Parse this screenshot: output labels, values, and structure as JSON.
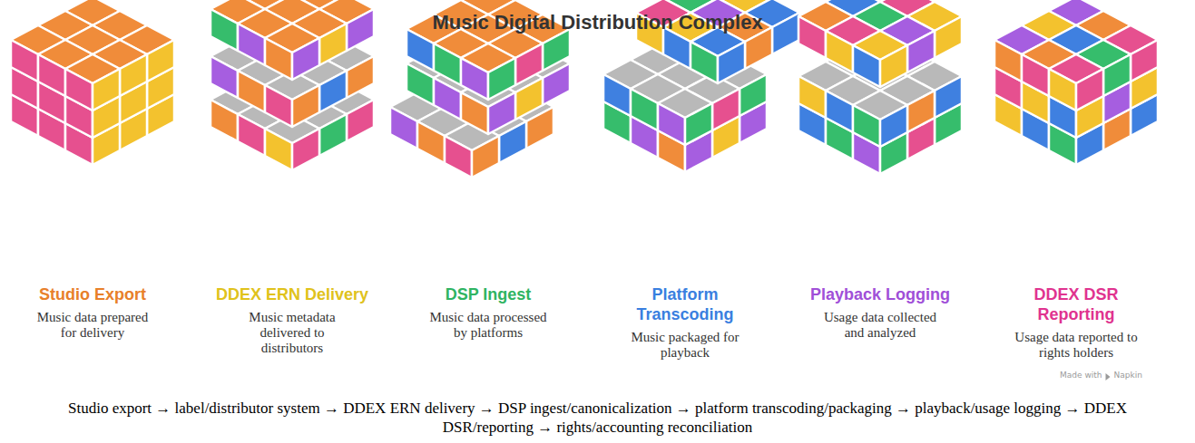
{
  "diagram": {
    "title": "Music Digital Distribution Complex",
    "caption": "Studio export → label/distributor system → DDEX ERN delivery → DSP ingest/canonicalization → platform transcoding/packaging → playback/usage logging → DDEX DSR/reporting → rights/accounting reconciliation",
    "nodes": [
      {
        "text": [
          "Studio Export",
          "Music data prepared for delivery"
        ]
      },
      {
        "text": [
          "DDEX ERN Delivery",
          "Music metadata delivered to distributors"
        ]
      },
      {
        "text": [
          "DSP Ingest",
          "Music data processed by platforms"
        ]
      },
      {
        "text": [
          "Platform Transcoding",
          "Music packaged for playback"
        ]
      },
      {
        "text": [
          "Playback Logging",
          "Usage data collected and analyzed"
        ]
      },
      {
        "text": [
          "DDEX DSR Reporting",
          "Usage data reported to rights holders"
        ]
      }
    ],
    "labels": [
      "Made with",
      "Napkin"
    ]
  }
}
